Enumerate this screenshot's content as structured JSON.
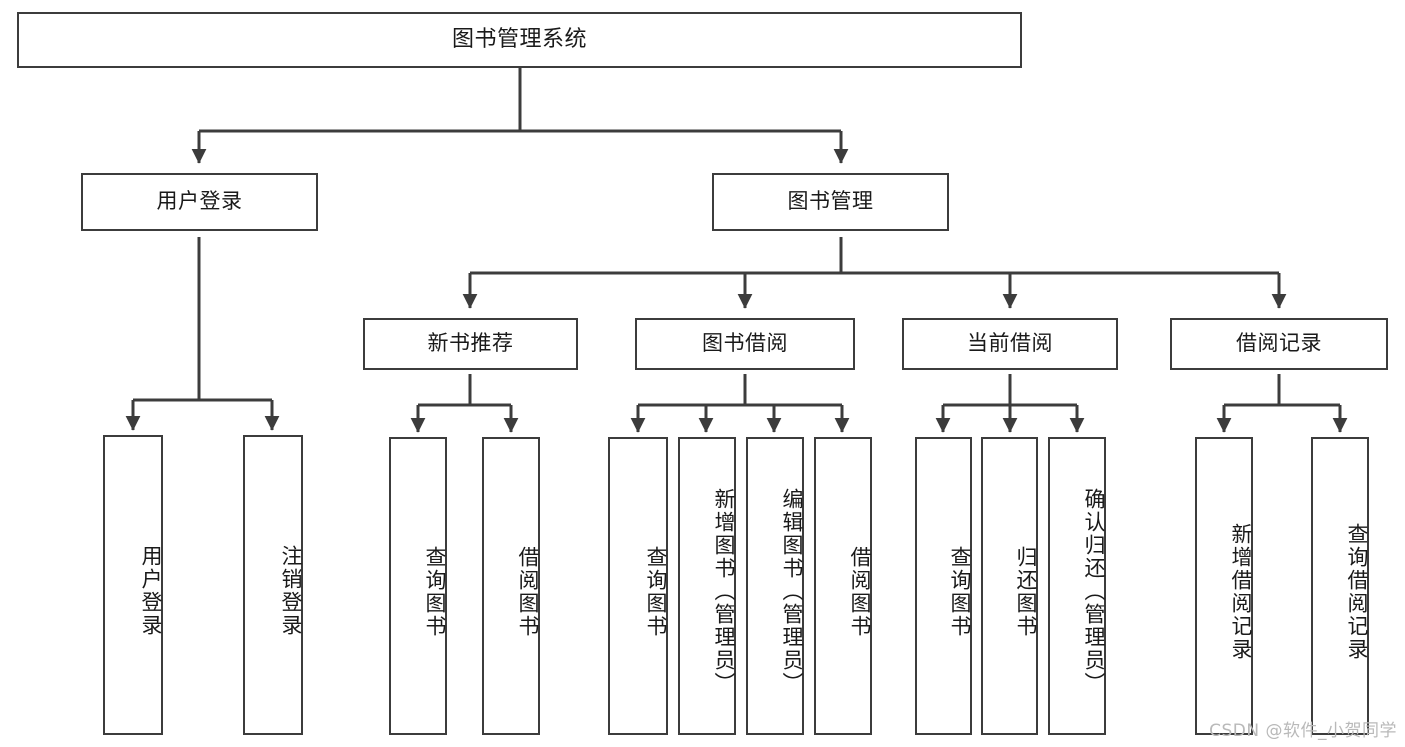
{
  "diagram": {
    "title": "图书管理系统",
    "type": "功能结构图",
    "watermark": "CSDN @软件_小贺同学",
    "colors": {
      "border": "#3c3c3c",
      "fill": "#ffffff",
      "text": "#1a1a1a",
      "connector": "#3c3c3c",
      "watermark": "#b9b9b9"
    },
    "nodes": {
      "root": {
        "label": "图书管理系统"
      },
      "level1": [
        {
          "id": "user-login",
          "label": "用户登录"
        },
        {
          "id": "book-manage",
          "label": "图书管理"
        }
      ],
      "level2": [
        {
          "id": "new-book-recommend",
          "label": "新书推荐"
        },
        {
          "id": "book-borrow",
          "label": "图书借阅"
        },
        {
          "id": "current-borrow",
          "label": "当前借阅"
        },
        {
          "id": "borrow-record",
          "label": "借阅记录"
        }
      ],
      "leaves": {
        "user-login": [
          {
            "id": "leaf-user-login",
            "label": "用户登录"
          },
          {
            "id": "leaf-logout",
            "label": "注销登录"
          }
        ],
        "new-book-recommend": [
          {
            "id": "leaf-query-book-1",
            "label": "查询图书"
          },
          {
            "id": "leaf-borrow-book-1",
            "label": "借阅图书"
          }
        ],
        "book-borrow": [
          {
            "id": "leaf-query-book-2",
            "label": "查询图书"
          },
          {
            "id": "leaf-add-book",
            "label": "新增图书（管理员）"
          },
          {
            "id": "leaf-edit-book",
            "label": "编辑图书（管理员）"
          },
          {
            "id": "leaf-borrow-book-2",
            "label": "借阅图书"
          }
        ],
        "current-borrow": [
          {
            "id": "leaf-query-book-3",
            "label": "查询图书"
          },
          {
            "id": "leaf-return-book",
            "label": "归还图书"
          },
          {
            "id": "leaf-confirm-return",
            "label": "确认归还（管理员）"
          }
        ],
        "borrow-record": [
          {
            "id": "leaf-add-record",
            "label": "新增借阅记录"
          },
          {
            "id": "leaf-query-record",
            "label": "查询借阅记录"
          }
        ]
      }
    }
  }
}
